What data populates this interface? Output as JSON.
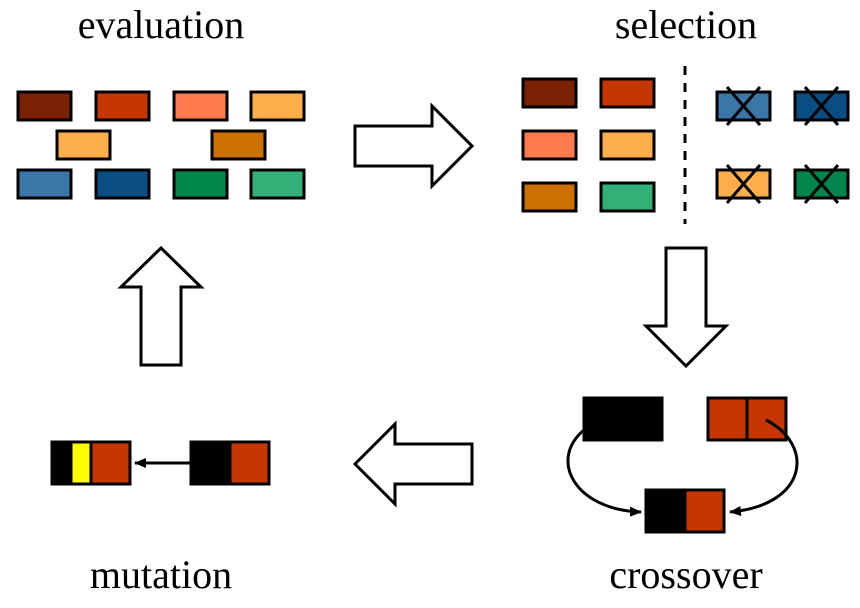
{
  "labels": {
    "evaluation": "evaluation",
    "selection": "selection",
    "crossover": "crossover",
    "mutation": "mutation"
  },
  "colors": {
    "dark_red": "#7B2103",
    "red": "#C63602",
    "salmon": "#FF7B4F",
    "light_orange": "#FFAE4C",
    "dark_orange": "#CC7000",
    "steel_blue": "#3A76A8",
    "navy_blue": "#094D83",
    "green": "#00864A",
    "light_green": "#33AF78",
    "black": "#000000",
    "yellow": "#FFFF00",
    "arrow_fill": "#FFFFFF"
  },
  "evaluation_population": [
    "dark_red",
    "red",
    "salmon",
    "light_orange",
    "light_orange",
    "dark_orange",
    "steel_blue",
    "navy_blue",
    "green",
    "light_green"
  ],
  "selection_kept": [
    "dark_red",
    "red",
    "salmon",
    "light_orange",
    "dark_orange",
    "light_green"
  ],
  "selection_rejected": [
    "steel_blue",
    "navy_blue",
    "light_orange",
    "green"
  ],
  "crossover": {
    "parent_a": [
      "black",
      "black"
    ],
    "parent_b": [
      "red",
      "red"
    ],
    "child": [
      "black",
      "red"
    ]
  },
  "mutation": {
    "before": [
      "black",
      "red"
    ],
    "after": [
      "black",
      "yellow",
      "red"
    ]
  }
}
